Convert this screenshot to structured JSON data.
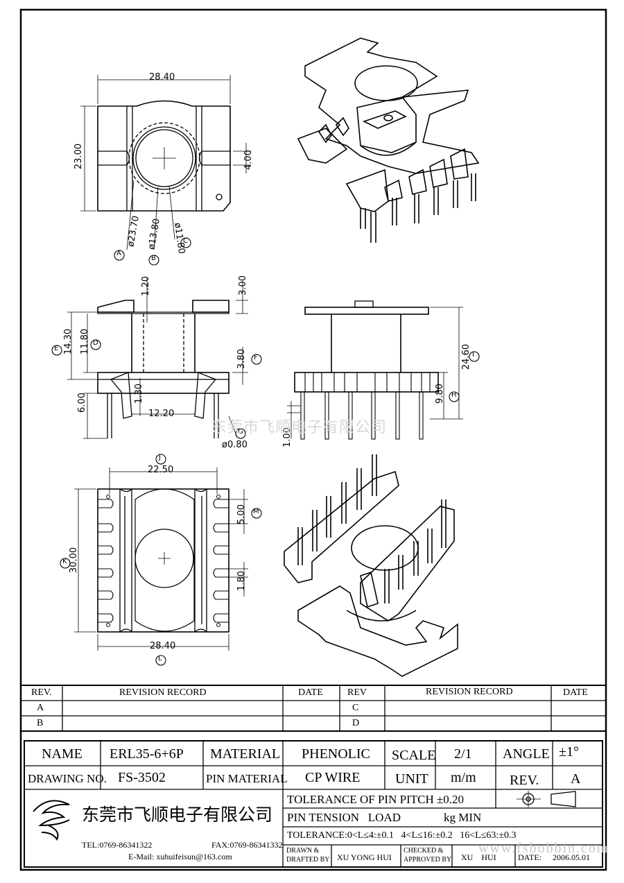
{
  "dims": {
    "top_width": "28.40",
    "top_height": "23.00",
    "slot_width": "4.00",
    "dia_a": "ø23.70",
    "dia_b": "ø13.80",
    "dia_c": "ø11.80",
    "h_flange_top": "1.20",
    "h_tab": "3.00",
    "h_e": "14.30",
    "h_d": "11.80",
    "h_f": "3.80",
    "h_pin": "6.00",
    "h_130": "1.30",
    "w_1220": "12.20",
    "pin_dia": "ø0.80",
    "h_total": "24.60",
    "h_h": "9.80",
    "h_100": "1.00",
    "w_j": "22.50",
    "h_k": "30.00",
    "pitch_m": "5.00",
    "w_180": "1.80",
    "w_l": "28.40"
  },
  "callouts": {
    "A": "A",
    "B": "B",
    "C": "C",
    "D": "D",
    "E": "E",
    "F": "F",
    "G": "G",
    "H": "H",
    "I": "I",
    "J": "J",
    "K": "K",
    "L": "L",
    "M": "M"
  },
  "watermark": "东莞市飞顺电子有限公司",
  "revision": {
    "headers": {
      "rev": "REV.",
      "record": "REVISION RECORD",
      "date": "DATE",
      "rev2": "REV",
      "record2": "REVISION RECORD",
      "date2": "DATE"
    },
    "rows_left": [
      "A",
      "B"
    ],
    "rows_right": [
      "C",
      "D"
    ]
  },
  "title_block": {
    "name_label": "NAME",
    "name_value": "ERL35-6+6P",
    "material_label": "MATERIAL",
    "material_value": "PHENOLIC",
    "scale_label": "SCALE",
    "scale_value": "2/1",
    "angle_label": "ANGLE",
    "angle_value": "±1°",
    "drawing_no_label": "DRAWING NO.",
    "drawing_no_value": "FS-3502",
    "pin_material_label": "PIN MATERIAL",
    "pin_material_value": "CP WIRE",
    "unit_label": "UNIT",
    "unit_value": "m/m",
    "rev_label": "REV.",
    "rev_value": "A",
    "company": "东莞市飞顺电子有限公司",
    "tel": "TEL:0769-86341322",
    "fax": "FAX:0769-86341332",
    "email": "E-Mail: xuhuifeisun@163.com",
    "tol_pitch": "TOLERANCE OF PIN PITCH ±0.20",
    "pin_tension": "PIN TENSION   LOAD",
    "kgmin": "kg MIN",
    "tol_general": "TOLERANCE:0<L≤4:±0.1   4<L≤16:±0.2   16<L≤63:±0.3",
    "drawn_label_1": "DRAWN &",
    "drawn_label_2": "DRAFTED BY",
    "drawn_value": "XU YONG HUI",
    "checked_label_1": "CHECKED &",
    "checked_label_2": "APPROVED BY",
    "checked_value": "XU    HUI",
    "date_label": "DATE:",
    "date_value": "2006.05.01"
  },
  "site_watermark": "www.fsbobbin.com"
}
